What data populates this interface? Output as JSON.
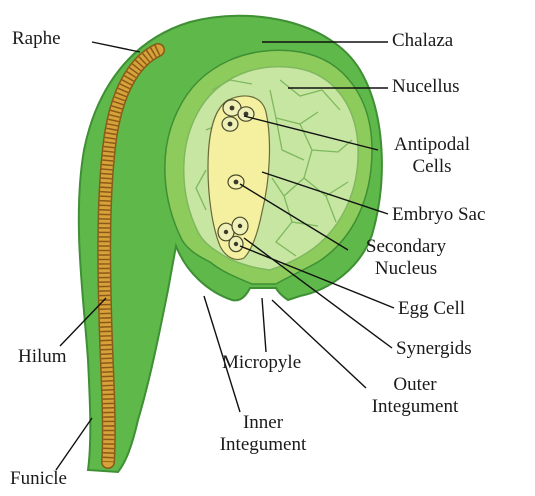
{
  "colors": {
    "outer_integument": "#5fb84a",
    "outer_integument_dark": "#3f8f34",
    "inner_integument": "#8dcc5c",
    "nucellus": "#c6e6a2",
    "nucellus_cell_lines": "#7fb85e",
    "embryo_sac": "#f4f0a0",
    "raphe_strand": "#d8a23a",
    "raphe_strand_dark": "#8a5a18",
    "leader_line": "#111111"
  },
  "labels": {
    "raphe": "Raphe",
    "chalaza": "Chalaza",
    "nucellus": "Nucellus",
    "antipodal_line1": "Antipodal",
    "antipodal_line2": "Cells",
    "embryo_sac": "Embryo Sac",
    "secondary_line1": "Secondary",
    "secondary_line2": "Nucleus",
    "egg_cell": "Egg Cell",
    "synergids": "Synergids",
    "outer_line1": "Outer",
    "outer_line2": "Integument",
    "hilum": "Hilum",
    "micropyle": "Micropyle",
    "inner_line1": "Inner",
    "inner_line2": "Integument",
    "funicle": "Funicle"
  }
}
